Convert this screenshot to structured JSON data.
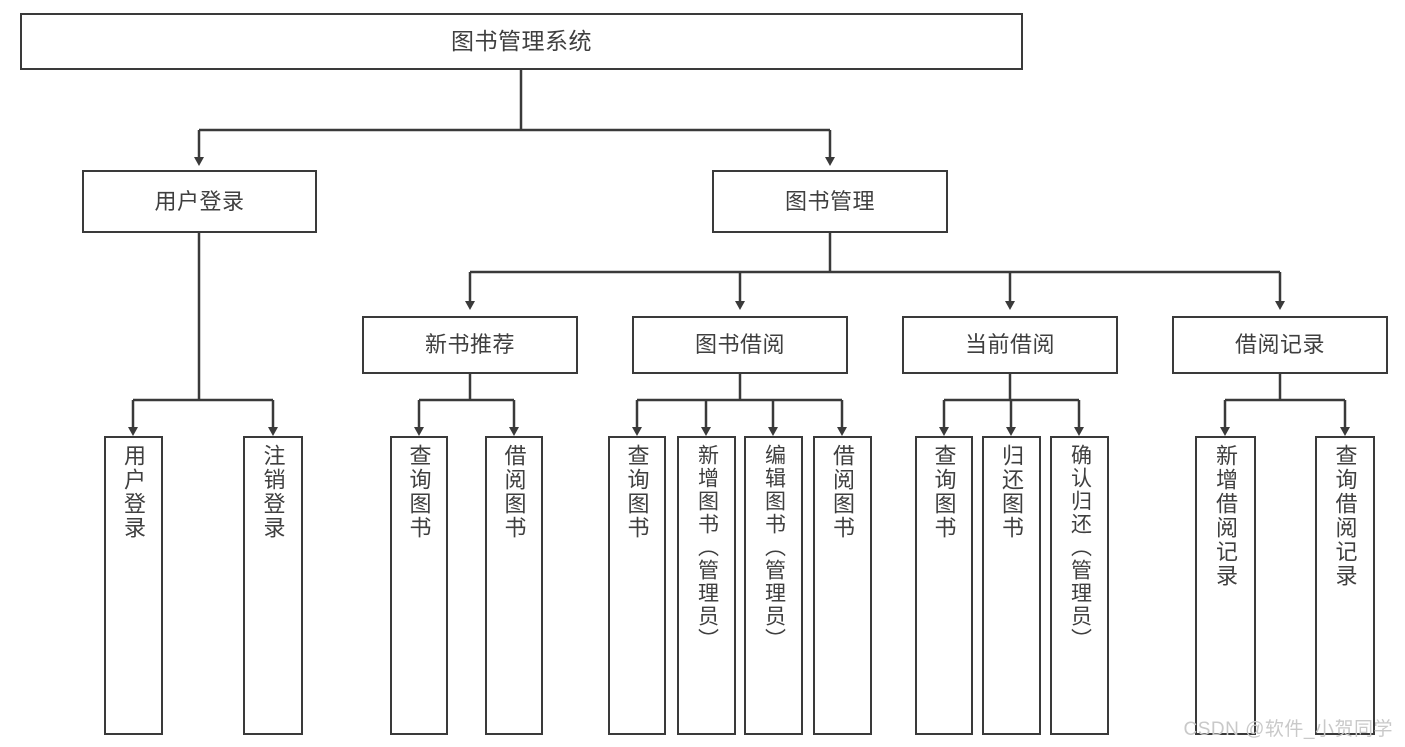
{
  "diagram": {
    "title": "图书管理系统",
    "type": "tree-hierarchy-diagram",
    "colors": {
      "border": "#3a3a3a",
      "text": "#3f3f3f",
      "background": "#ffffff",
      "watermark": "#c9c9c9"
    },
    "nodes": {
      "root": {
        "label": "图书管理系统"
      },
      "level2": [
        {
          "label": "用户登录"
        },
        {
          "label": "图书管理"
        }
      ],
      "level3": [
        {
          "label": "新书推荐"
        },
        {
          "label": "图书借阅"
        },
        {
          "label": "当前借阅"
        },
        {
          "label": "借阅记录"
        }
      ],
      "leaves": {
        "user_login": [
          {
            "label": "用户登录"
          },
          {
            "label": "注销登录"
          }
        ],
        "new_book_recommend": [
          {
            "label": "查询图书"
          },
          {
            "label": "借阅图书"
          }
        ],
        "book_borrow": [
          {
            "label": "查询图书"
          },
          {
            "label": "新增图书（管理员）"
          },
          {
            "label": "编辑图书（管理员）"
          },
          {
            "label": "借阅图书"
          }
        ],
        "current_borrow": [
          {
            "label": "查询图书"
          },
          {
            "label": "归还图书"
          },
          {
            "label": "确认归还（管理员）"
          }
        ],
        "borrow_record": [
          {
            "label": "新增借阅记录"
          },
          {
            "label": "查询借阅记录"
          }
        ]
      }
    }
  },
  "watermark": {
    "text": "CSDN @软件_小贺同学"
  }
}
